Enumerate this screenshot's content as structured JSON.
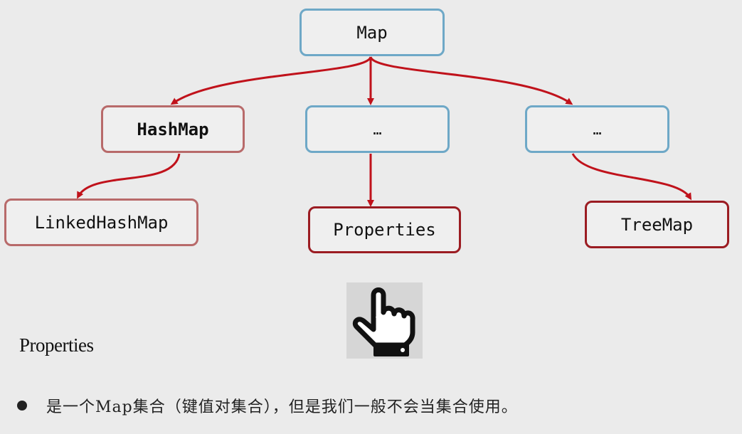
{
  "diagram": {
    "nodes": {
      "map": "Map",
      "hashmap": "HashMap",
      "middle_placeholder": "…",
      "right_placeholder": "…",
      "linkedhashmap": "LinkedHashMap",
      "properties": "Properties",
      "treemap": "TreeMap"
    },
    "edges": [
      {
        "from": "map",
        "to": "hashmap"
      },
      {
        "from": "map",
        "to": "middle_placeholder"
      },
      {
        "from": "map",
        "to": "right_placeholder"
      },
      {
        "from": "hashmap",
        "to": "linkedhashmap"
      },
      {
        "from": "middle_placeholder",
        "to": "properties"
      },
      {
        "from": "right_placeholder",
        "to": "treemap"
      }
    ],
    "colors": {
      "arrow": "#c0121b",
      "border_blue": "#6ea8c7",
      "border_red_light": "#b86a6a",
      "border_red_dark": "#9b1c22"
    }
  },
  "icon": "pointing-hand-icon",
  "section": {
    "title": "Properties",
    "bullet": "是一个Map集合（键值对集合），但是我们一般不会当集合使用。"
  }
}
